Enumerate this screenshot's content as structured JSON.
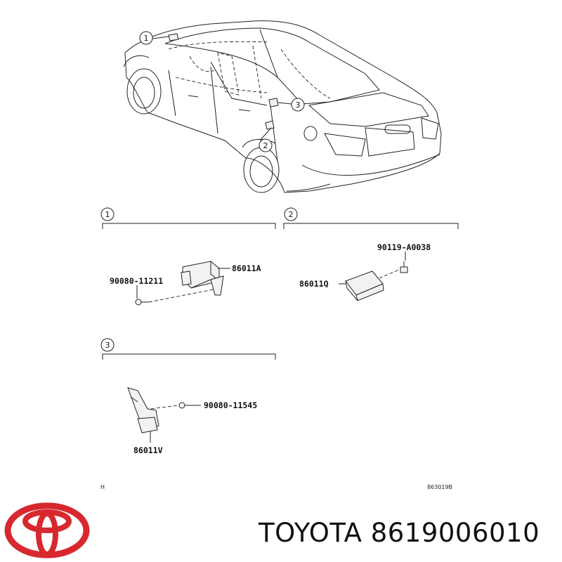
{
  "callouts": [
    "1",
    "2",
    "3"
  ],
  "sections": [
    {
      "num": "1",
      "parts": [
        {
          "label": "86011A"
        },
        {
          "label": "90080-11211"
        }
      ]
    },
    {
      "num": "2",
      "parts": [
        {
          "label": "90119-A0038"
        },
        {
          "label": "86011Q"
        }
      ]
    },
    {
      "num": "3",
      "parts": [
        {
          "label": "90080-11545"
        },
        {
          "label": "86011V"
        }
      ]
    }
  ],
  "footer": {
    "left_code": "H",
    "right_code": "863019B"
  },
  "brand": {
    "name": "TOYOTA",
    "part_number": "8619006010",
    "logo_color": "#d8282f",
    "logo_lettering": "Toyota emblem"
  }
}
